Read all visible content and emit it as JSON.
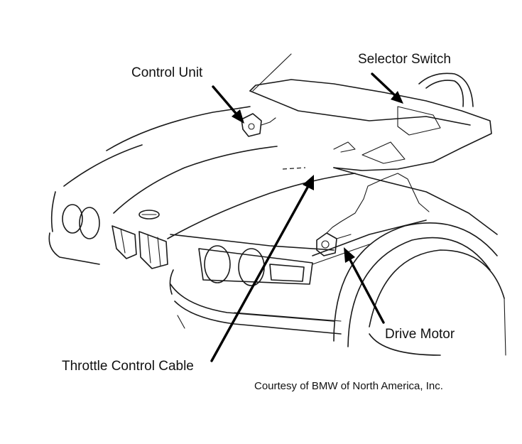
{
  "labels": {
    "control_unit": "Control Unit",
    "selector_switch": "Selector Switch",
    "drive_motor": "Drive Motor",
    "throttle_control_cable": "Throttle Control Cable"
  },
  "credit": "Courtesy of BMW of North America, Inc."
}
